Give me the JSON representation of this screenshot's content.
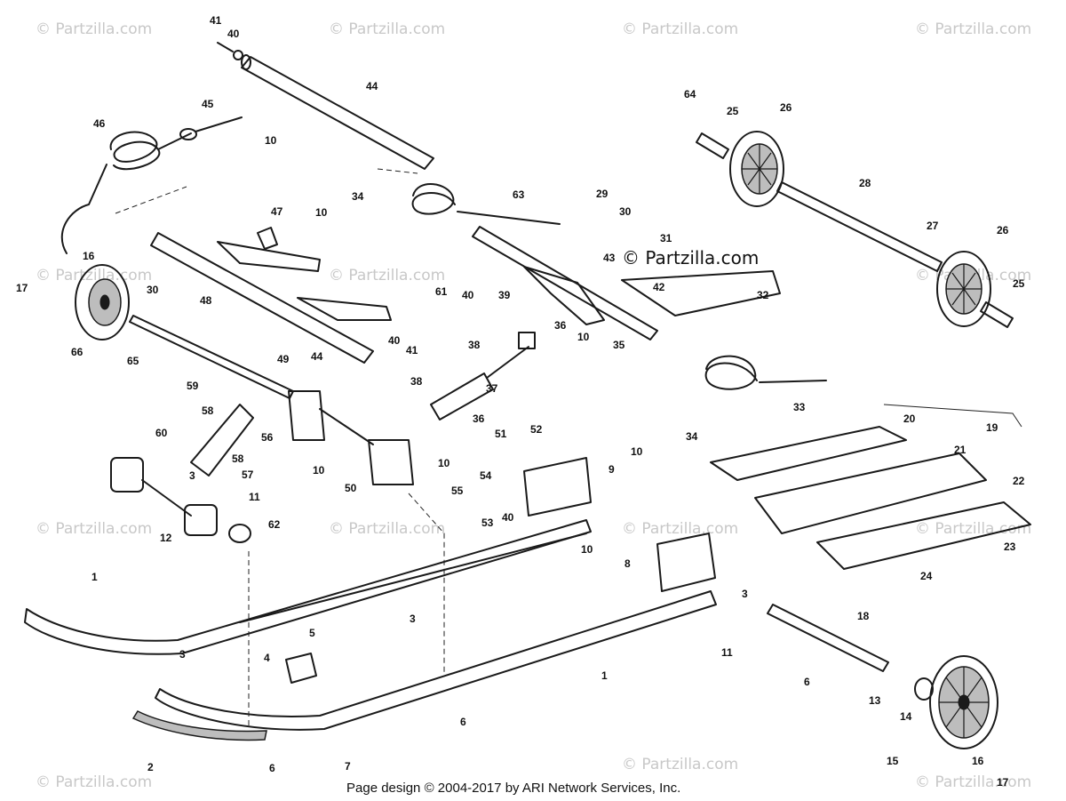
{
  "footer": "Page design © 2004-2017 by ARI Network Services, Inc.",
  "brand_mark": "© Partzilla.com",
  "watermark_text": "© Partzilla.com",
  "callouts": [
    "1",
    "2",
    "3",
    "4",
    "5",
    "6",
    "7",
    "8",
    "9",
    "10",
    "11",
    "12",
    "13",
    "14",
    "15",
    "16",
    "17",
    "18",
    "19",
    "20",
    "21",
    "22",
    "23",
    "24",
    "25",
    "26",
    "27",
    "28",
    "29",
    "30",
    "31",
    "32",
    "33",
    "34",
    "35",
    "36",
    "37",
    "38",
    "39",
    "40",
    "41",
    "42",
    "43",
    "44",
    "45",
    "46",
    "47",
    "48",
    "49",
    "50",
    "51",
    "52",
    "53",
    "54",
    "55",
    "56",
    "57",
    "58",
    "59",
    "60",
    "61",
    "62",
    "63",
    "64",
    "65",
    "66"
  ],
  "colors": {
    "ink": "#1a1a1a",
    "watermark": "#c8c8c8",
    "background": "#ffffff"
  }
}
